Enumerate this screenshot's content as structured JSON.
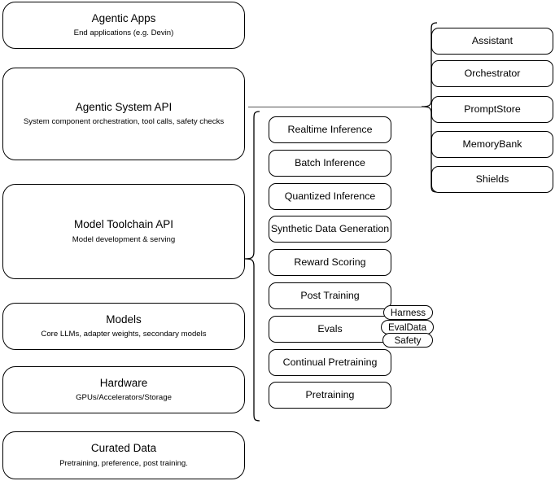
{
  "diagram": {
    "title": "AI Stack Architecture Diagram",
    "colors": {
      "stroke": "#000000",
      "connector": "#555555",
      "background": "#ffffff"
    }
  },
  "layers": [
    {
      "name": "agentic-apps",
      "title": "Agentic Apps",
      "subtitle": "End applications (e.g. Devin)"
    },
    {
      "name": "agentic-system-api",
      "title": "Agentic System API",
      "subtitle": "System component orchestration, tool calls, safety checks"
    },
    {
      "name": "model-toolchain-api",
      "title": "Model Toolchain API",
      "subtitle": "Model development & serving"
    },
    {
      "name": "models",
      "title": "Models",
      "subtitle": "Core LLMs, adapter weights, secondary models"
    },
    {
      "name": "hardware",
      "title": "Hardware",
      "subtitle": "GPUs/Accelerators/Storage"
    },
    {
      "name": "curated-data",
      "title": "Curated Data",
      "subtitle": "Pretraining, preference, post training."
    }
  ],
  "capabilities": [
    {
      "name": "realtime-inference",
      "label": "Realtime Inference"
    },
    {
      "name": "batch-inference",
      "label": "Batch Inference"
    },
    {
      "name": "quantized-inference",
      "label": "Quantized Inference"
    },
    {
      "name": "synthetic-data-generation",
      "label": "Synthetic Data Generation"
    },
    {
      "name": "reward-scoring",
      "label": "Reward Scoring"
    },
    {
      "name": "post-training",
      "label": "Post Training"
    },
    {
      "name": "evals",
      "label": "Evals"
    },
    {
      "name": "continual-pretraining",
      "label": "Continual Pretraining"
    },
    {
      "name": "pretraining",
      "label": "Pretraining"
    }
  ],
  "eval_tags": [
    {
      "name": "harness",
      "label": "Harness"
    },
    {
      "name": "evaldata",
      "label": "EvalData"
    },
    {
      "name": "safety",
      "label": "Safety"
    }
  ],
  "components": [
    {
      "name": "assistant",
      "label": "Assistant"
    },
    {
      "name": "orchestrator",
      "label": "Orchestrator"
    },
    {
      "name": "promptstore",
      "label": "PromptStore"
    },
    {
      "name": "memorybank",
      "label": "MemoryBank"
    },
    {
      "name": "shields",
      "label": "Shields"
    }
  ]
}
